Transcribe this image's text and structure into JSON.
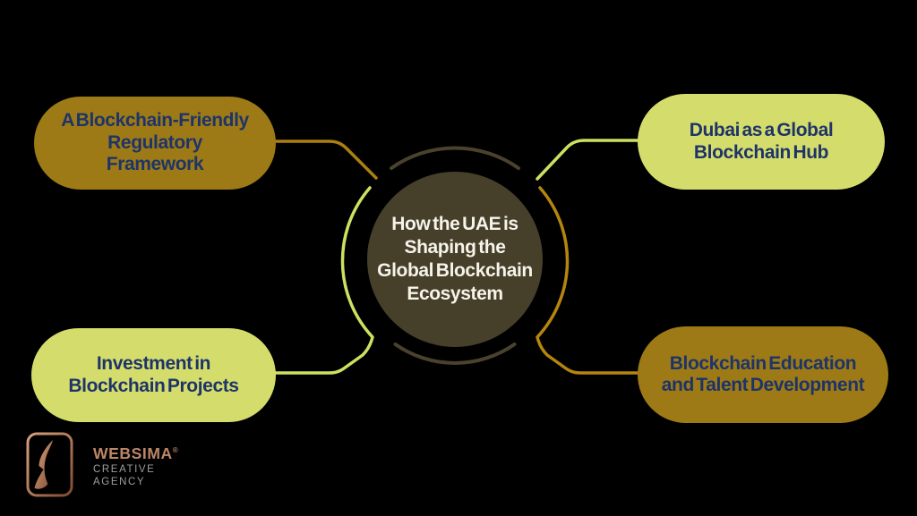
{
  "center": {
    "lines": [
      "How the UAE is",
      "Shaping the",
      "Global Blockchain",
      "Ecosystem"
    ],
    "full_text": "How the UAE is Shaping the Global Blockchain Ecosystem"
  },
  "nodes": [
    {
      "id": "regulatory-framework",
      "position": "top-left",
      "variant": "gold",
      "label": "A Blockchain-Friendly Regulatory Framework",
      "lines": [
        "A Blockchain-Friendly",
        "Regulatory",
        "Framework"
      ]
    },
    {
      "id": "dubai-hub",
      "position": "top-right",
      "variant": "green",
      "label": "Dubai as a Global Blockchain Hub",
      "lines": [
        "Dubai as a Global",
        "Blockchain Hub"
      ]
    },
    {
      "id": "investment",
      "position": "bottom-left",
      "variant": "green",
      "label": "Investment in Blockchain Projects",
      "lines": [
        "Investment in",
        "Blockchain Projects"
      ]
    },
    {
      "id": "education",
      "position": "bottom-right",
      "variant": "gold",
      "label": "Blockchain Education and Talent Development",
      "lines": [
        "Blockchain Education",
        "and Talent Development"
      ]
    }
  ],
  "logo": {
    "brand": "WEBSIMA",
    "registered": "®",
    "subtitle_lines": [
      "CREATIVE",
      "AGENCY"
    ]
  },
  "colors": {
    "background": "#000000",
    "gold_node": "#9d7a15",
    "green_node": "#d4dd6b",
    "node_text": "#1e3469",
    "center_circle_fill": "#463f2a",
    "center_text": "#f6f3ea",
    "gold_line": "#b5850e",
    "green_line": "#cee061",
    "ring_arc": "#4a422d",
    "logo_copper": "#bd8767",
    "logo_subtitle_gray": "#9e9e9e"
  }
}
